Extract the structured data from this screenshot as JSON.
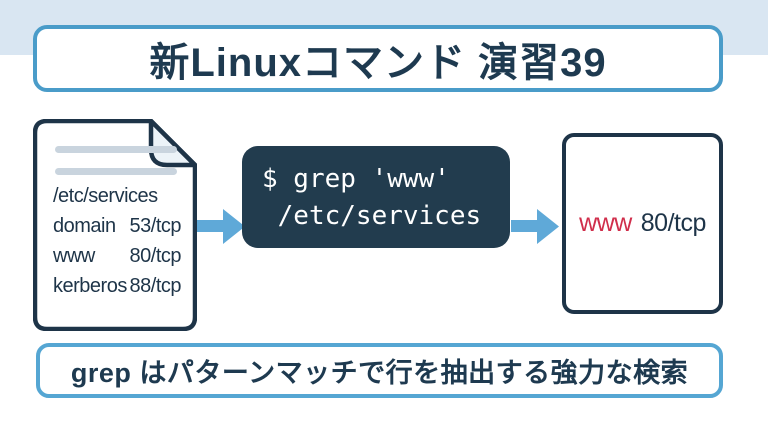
{
  "title": "新Linuxコマンド 演習39",
  "source_file": {
    "filename": "/etc/services",
    "entries": [
      {
        "name": "domain",
        "port": "53/tcp"
      },
      {
        "name": "www",
        "port": "80/tcp"
      },
      {
        "name": "kerberos",
        "port": "88/tcp"
      }
    ]
  },
  "terminal": {
    "lines": [
      "$ grep 'www'",
      " /etc/services"
    ]
  },
  "result": {
    "match": "www",
    "rest": "80/tcp"
  },
  "caption": "grep はパターンマッチで行を抽出する強力な検索",
  "colors": {
    "background": "#ffffff",
    "band": "#d9e6f2",
    "navy": "#1e3448",
    "title_text": "#1e3a50",
    "title_border": "#4a9cc9",
    "caption_border": "#55a6d3",
    "arrow": "#5fa9d8",
    "terminal_bg": "#223c4e",
    "match_red": "#d02e4b",
    "placeholder_line": "#c9d4de",
    "fold_fill": "#ecf3f8"
  }
}
